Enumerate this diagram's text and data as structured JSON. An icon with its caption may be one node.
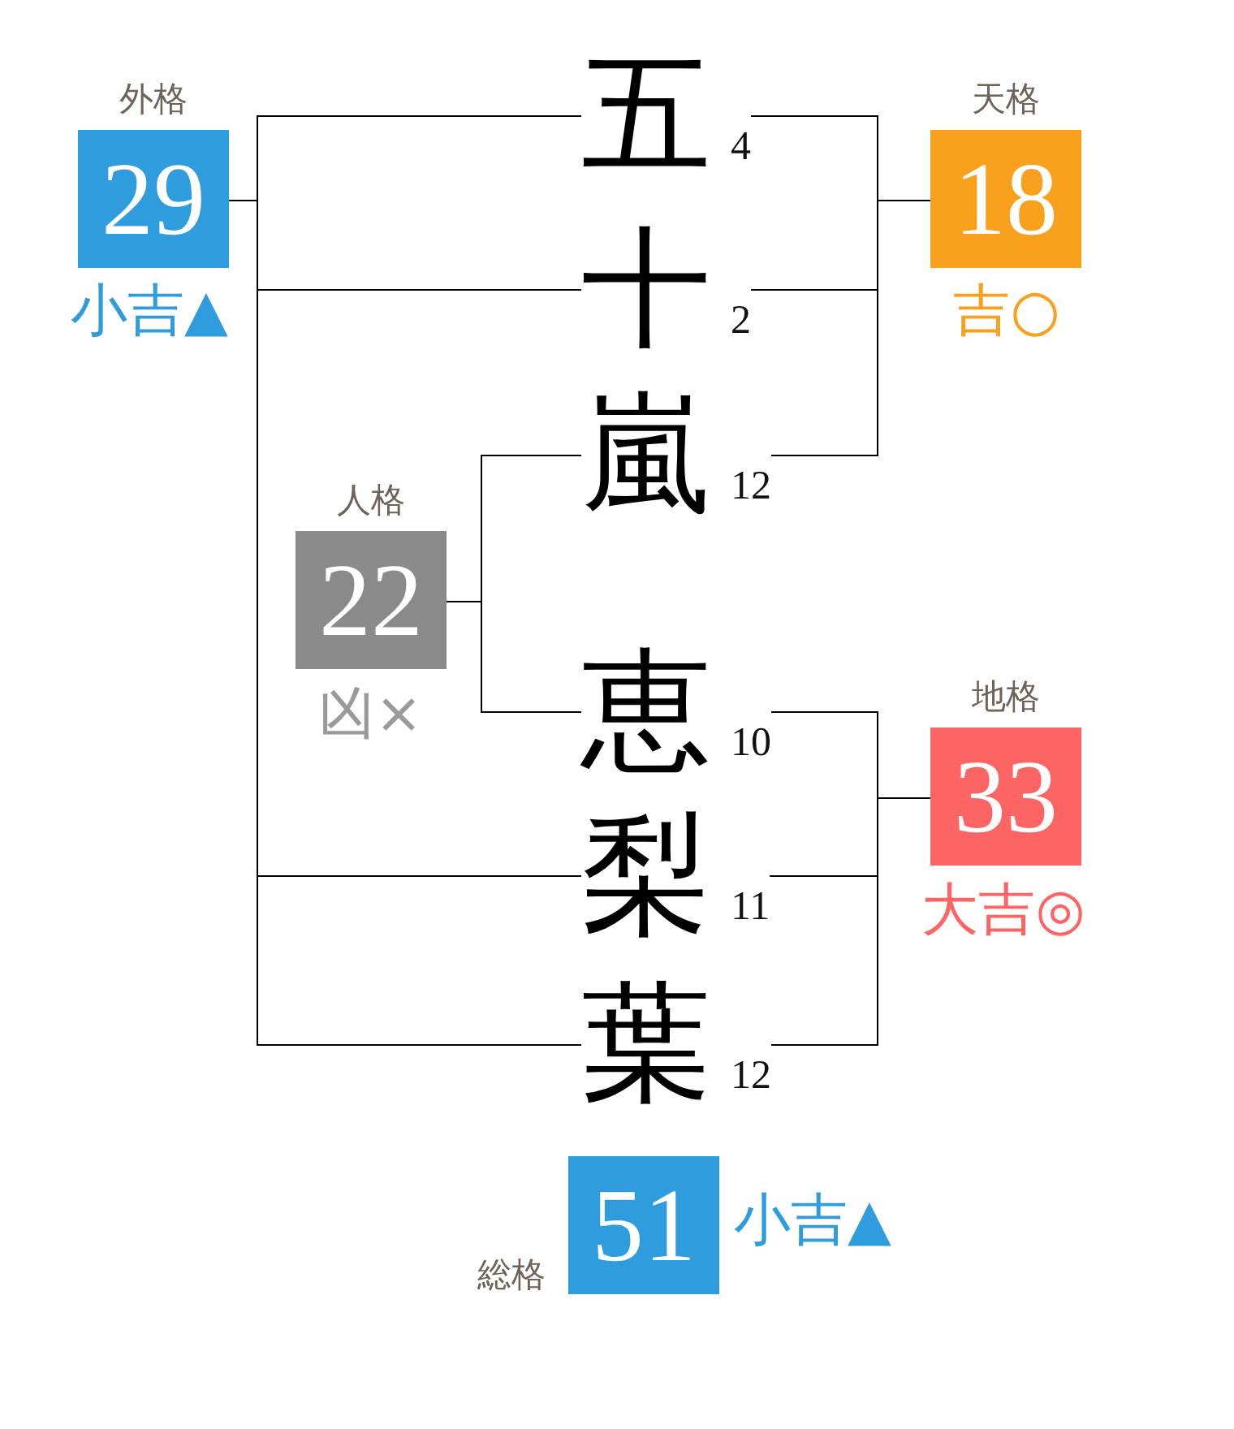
{
  "diagram": {
    "nodes": [
      {
        "text": [
          "外格",
          "29"
        ],
        "beside": [
          "小吉▲"
        ]
      },
      {
        "text": [
          "五"
        ],
        "beside": [
          "4"
        ]
      },
      {
        "text": [
          "天格",
          "18"
        ],
        "beside": [
          "吉○"
        ]
      },
      {
        "text": [
          "十"
        ],
        "beside": [
          "2"
        ]
      },
      {
        "text": [
          "嵐"
        ],
        "beside": [
          "12"
        ]
      },
      {
        "text": [
          "人格",
          "22"
        ],
        "beside": [
          "凶×"
        ]
      },
      {
        "text": [
          "恵"
        ],
        "beside": [
          "10"
        ]
      },
      {
        "text": [
          "地格",
          "33"
        ],
        "beside": [
          "大吉◎"
        ]
      },
      {
        "text": [
          "梨"
        ],
        "beside": [
          "11"
        ]
      },
      {
        "text": [
          "葉"
        ],
        "beside": [
          "12"
        ]
      },
      {
        "text": [
          "総格",
          "51"
        ],
        "beside": [
          "小吉▲"
        ]
      }
    ],
    "edges": [
      {
        "from": 0,
        "to": 1,
        "arrow": "none"
      },
      {
        "from": 0,
        "to": 3,
        "arrow": "none"
      },
      {
        "from": 0,
        "to": 8,
        "arrow": "none"
      },
      {
        "from": 0,
        "to": 9,
        "arrow": "none"
      },
      {
        "from": 2,
        "to": 1,
        "arrow": "none"
      },
      {
        "from": 2,
        "to": 3,
        "arrow": "none"
      },
      {
        "from": 2,
        "to": 4,
        "arrow": "none"
      },
      {
        "from": 5,
        "to": 4,
        "arrow": "none"
      },
      {
        "from": 5,
        "to": 6,
        "arrow": "none"
      },
      {
        "from": 7,
        "to": 6,
        "arrow": "none"
      },
      {
        "from": 7,
        "to": 8,
        "arrow": "none"
      },
      {
        "from": 7,
        "to": 9,
        "arrow": "none"
      }
    ]
  }
}
